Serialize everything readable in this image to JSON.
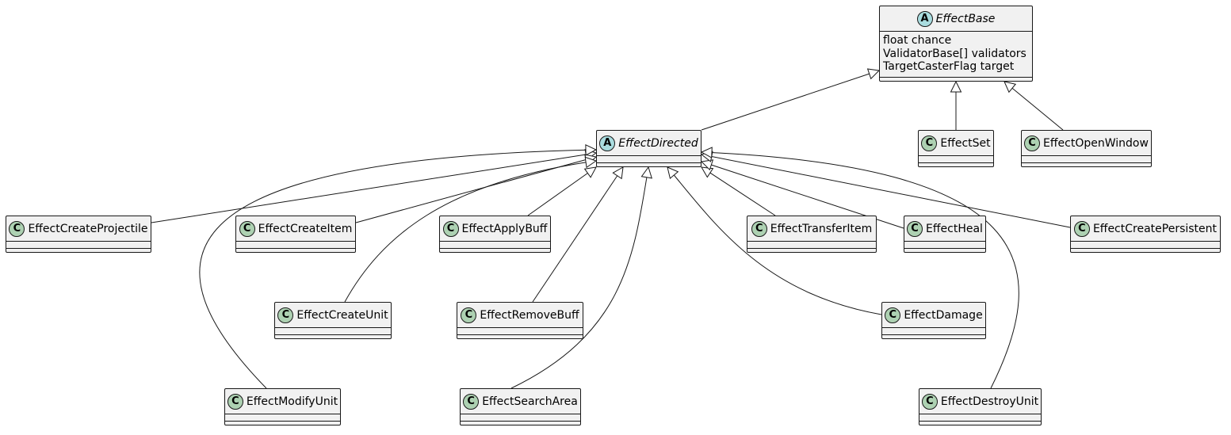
{
  "diagram": {
    "classes": [
      {
        "id": "base",
        "name": "EffectBase",
        "kind": "abstract",
        "stereotype": "A",
        "attributes": [
          "float chance",
          "ValidatorBase[] validators",
          "TargetCasterFlag target"
        ]
      },
      {
        "id": "directed",
        "name": "EffectDirected",
        "kind": "abstract",
        "stereotype": "A",
        "attributes": []
      },
      {
        "id": "set",
        "name": "EffectSet",
        "kind": "class",
        "stereotype": "C",
        "attributes": []
      },
      {
        "id": "openwindow",
        "name": "EffectOpenWindow",
        "kind": "class",
        "stereotype": "C",
        "attributes": []
      },
      {
        "id": "createprojectile",
        "name": "EffectCreateProjectile",
        "kind": "class",
        "stereotype": "C",
        "attributes": []
      },
      {
        "id": "createitem",
        "name": "EffectCreateItem",
        "kind": "class",
        "stereotype": "C",
        "attributes": []
      },
      {
        "id": "applybuff",
        "name": "EffectApplyBuff",
        "kind": "class",
        "stereotype": "C",
        "attributes": []
      },
      {
        "id": "transferitem",
        "name": "EffectTransferItem",
        "kind": "class",
        "stereotype": "C",
        "attributes": []
      },
      {
        "id": "heal",
        "name": "EffectHeal",
        "kind": "class",
        "stereotype": "C",
        "attributes": []
      },
      {
        "id": "createpersistent",
        "name": "EffectCreatePersistent",
        "kind": "class",
        "stereotype": "C",
        "attributes": []
      },
      {
        "id": "createunit",
        "name": "EffectCreateUnit",
        "kind": "class",
        "stereotype": "C",
        "attributes": []
      },
      {
        "id": "removebuff",
        "name": "EffectRemoveBuff",
        "kind": "class",
        "stereotype": "C",
        "attributes": []
      },
      {
        "id": "damage",
        "name": "EffectDamage",
        "kind": "class",
        "stereotype": "C",
        "attributes": []
      },
      {
        "id": "modifyunit",
        "name": "EffectModifyUnit",
        "kind": "class",
        "stereotype": "C",
        "attributes": []
      },
      {
        "id": "searcharea",
        "name": "EffectSearchArea",
        "kind": "class",
        "stereotype": "C",
        "attributes": []
      },
      {
        "id": "destroyunit",
        "name": "EffectDestroyUnit",
        "kind": "class",
        "stereotype": "C",
        "attributes": []
      }
    ],
    "relations": [
      {
        "from": "directed",
        "to": "base",
        "type": "extends"
      },
      {
        "from": "set",
        "to": "base",
        "type": "extends"
      },
      {
        "from": "openwindow",
        "to": "base",
        "type": "extends"
      },
      {
        "from": "createprojectile",
        "to": "directed",
        "type": "extends"
      },
      {
        "from": "createitem",
        "to": "directed",
        "type": "extends"
      },
      {
        "from": "applybuff",
        "to": "directed",
        "type": "extends"
      },
      {
        "from": "transferitem",
        "to": "directed",
        "type": "extends"
      },
      {
        "from": "heal",
        "to": "directed",
        "type": "extends"
      },
      {
        "from": "createpersistent",
        "to": "directed",
        "type": "extends"
      },
      {
        "from": "createunit",
        "to": "directed",
        "type": "extends"
      },
      {
        "from": "removebuff",
        "to": "directed",
        "type": "extends"
      },
      {
        "from": "damage",
        "to": "directed",
        "type": "extends"
      },
      {
        "from": "modifyunit",
        "to": "directed",
        "type": "extends"
      },
      {
        "from": "searcharea",
        "to": "directed",
        "type": "extends"
      },
      {
        "from": "destroyunit",
        "to": "directed",
        "type": "extends"
      }
    ]
  }
}
